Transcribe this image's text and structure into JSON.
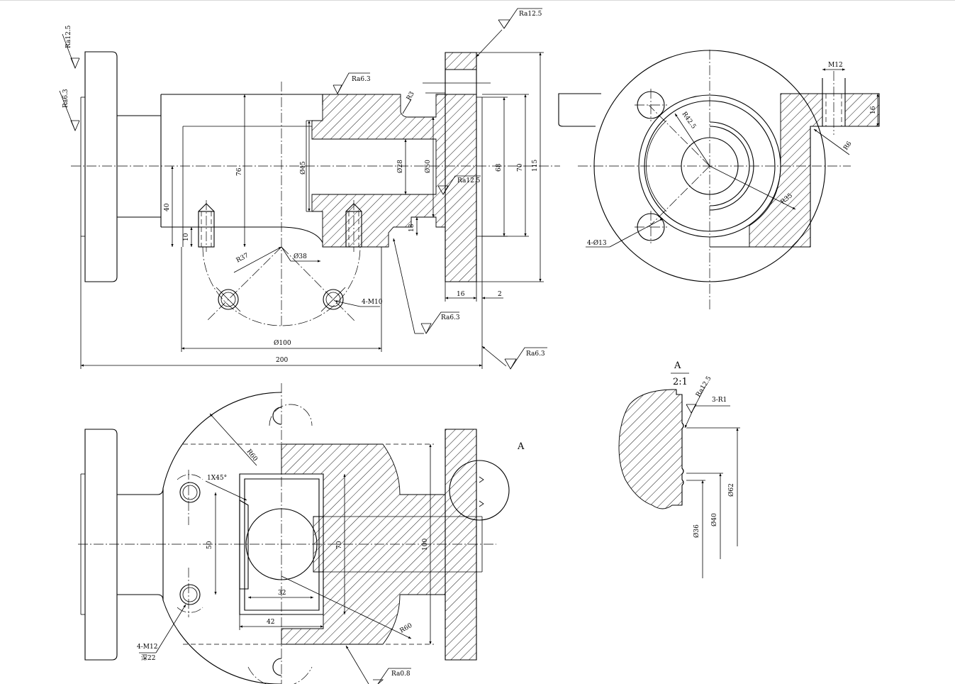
{
  "front_view": {
    "roughness": [
      "Ra12.5",
      "Ra6.3",
      "Ra6.3",
      "Ra12.5",
      "Ra12.5",
      "Ra6.3",
      "Ra6.3"
    ],
    "dims": {
      "r3": "R3",
      "d76": "76",
      "d45": "Ø45",
      "d28": "Ø28",
      "d50": "Ø50",
      "d68": "68",
      "d70": "70",
      "d115": "115",
      "d40": "40",
      "d10": "10",
      "d18": "18",
      "r37": "R37",
      "d38": "Ø38",
      "m10": "4-M10",
      "d16": "16",
      "d2": "2",
      "d100": "Ø100",
      "d200": "200"
    }
  },
  "side_view": {
    "dims": {
      "m12": "M12",
      "d16": "16",
      "r6": "R6",
      "r42": "R42.5",
      "r35": "R35",
      "h13": "4-Ø13"
    }
  },
  "plan_view": {
    "dims": {
      "r60a": "R60",
      "c1": "1X45°",
      "d50": "50",
      "d70": "70",
      "d100": "100",
      "d32": "32",
      "d42": "42",
      "r60b": "R60",
      "m12": "4-M12",
      "depth": "深22"
    },
    "roughness": "Ra0.8",
    "detail_ref": "A"
  },
  "detail_a": {
    "label": "A",
    "scale": "2:1",
    "roughness": "Ra12.5",
    "radii": "3-R1",
    "d62": "Ø62",
    "d40": "Ø40",
    "d36": "Ø36"
  }
}
